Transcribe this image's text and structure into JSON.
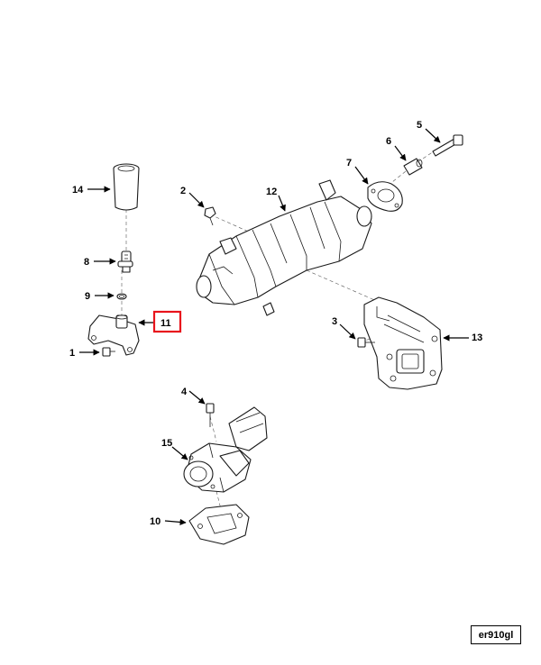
{
  "callouts": {
    "c1": "1",
    "c2": "2",
    "c3": "3",
    "c4": "4",
    "c5": "5",
    "c6": "6",
    "c7": "7",
    "c8": "8",
    "c9": "9",
    "c10": "10",
    "c11": "11",
    "c12": "12",
    "c13": "13",
    "c14": "14",
    "c15": "15"
  },
  "highlighted_callout": "11",
  "highlight_color": "#e8141c",
  "reference_code": "er910gl",
  "icons": {
    "arrow": "leader-arrow",
    "highlight": "highlight-box"
  }
}
